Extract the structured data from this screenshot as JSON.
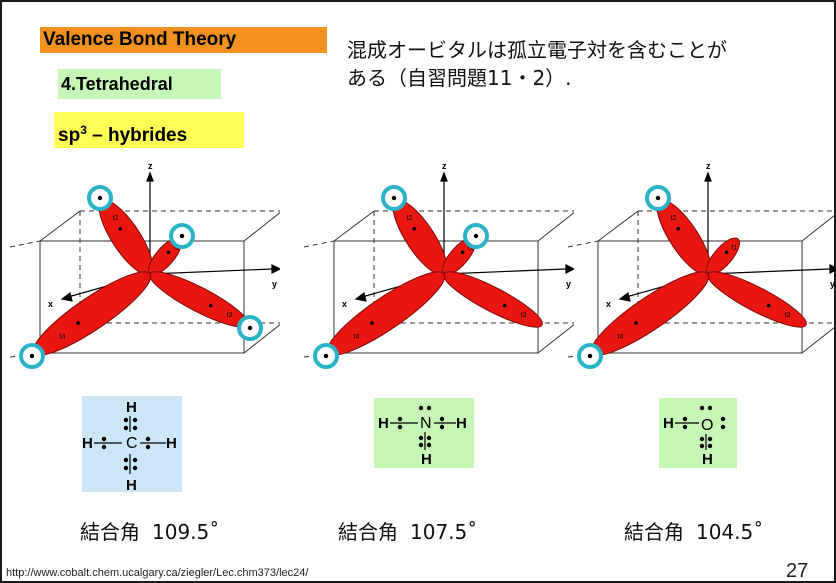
{
  "header": {
    "title": "Valence Bond Theory",
    "subtitle": "4.Tetrahedral",
    "hybrid_main": "sp",
    "hybrid_sup": "3",
    "hybrid_rest": " – hybrides"
  },
  "note": {
    "line1": "混成オービタルは孤立電子対を含むことが",
    "line2": "ある（自習問題11・2）."
  },
  "axis_labels": {
    "x": "x",
    "y": "y",
    "z": "z"
  },
  "lobe_labels": [
    "t1",
    "t2",
    "t3",
    "t4"
  ],
  "molecules": [
    {
      "lewis": {
        "top": "H",
        "left": "H",
        "center": "C",
        "right": "H",
        "bottom": "H"
      },
      "angle_label": "結合角",
      "angle_value": "109.5˚"
    },
    {
      "lewis": {
        "left": "H",
        "center": "N",
        "right": "H",
        "bottom": "H"
      },
      "angle_label": "結合角",
      "angle_value": "107.5˚"
    },
    {
      "lewis": {
        "left": "H",
        "center": "O",
        "bottom": "H"
      },
      "angle_label": "結合角",
      "angle_value": "104.5˚"
    }
  ],
  "footer": {
    "url": "http://www.cobalt.chem.ucalgary.ca/ziegler/Lec.chm373/lec24/",
    "page": "27"
  },
  "colors": {
    "title_bg": "#f0901e",
    "tetrahedral_bg": "#c6f7b7",
    "sp3_bg": "#ffff55",
    "lobe": "#e8160f",
    "ring": "#2ab3c6",
    "lewis_blue": "#cde6f7",
    "lewis_green": "#c6f7b7"
  }
}
